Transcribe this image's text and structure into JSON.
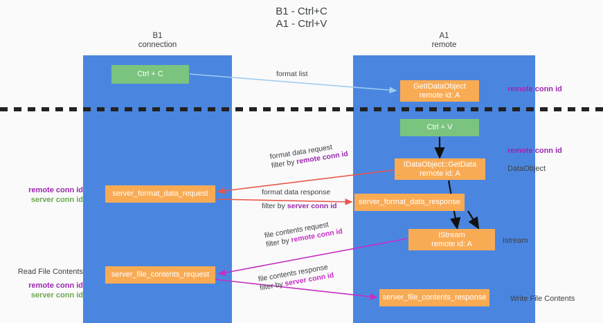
{
  "title": {
    "line1": "B1 - Ctrl+C",
    "line2": "A1 - Ctrl+V"
  },
  "lanes": [
    {
      "name": "B1",
      "role": "connection"
    },
    {
      "name": "A1",
      "role": "remote"
    }
  ],
  "nodes": {
    "ctrl_c": {
      "label": "Ctrl + C",
      "color": "#7bc47f"
    },
    "dataobject": {
      "label": "GetIDataObject",
      "sub": "remote id: A",
      "color": "#f9ab54"
    },
    "ctrl_v": {
      "label": "Ctrl + V",
      "color": "#7bc47f"
    },
    "getdata": {
      "label": "IDataObject::GetData",
      "sub": "remote id: A",
      "color": "#f9ab54"
    },
    "sfd_request": {
      "label": "server_format_data_request",
      "color": "#f9ab54"
    },
    "sfd_response": {
      "label": "server_format_data_response",
      "color": "#f9ab54"
    },
    "istream": {
      "label": "IStream",
      "sub": "remote id: A",
      "color": "#f9ab54"
    },
    "sfc_request": {
      "label": "server_file_contents_request",
      "color": "#f9ab54"
    },
    "sfc_response": {
      "label": "server_file_contents_response",
      "color": "#f9ab54"
    }
  },
  "edges": {
    "format_list": {
      "text": "format list",
      "color": "#9ecbf0"
    },
    "fd_request": {
      "line1": "format data request",
      "filter_prefix": "filter by ",
      "filter_key": "remote conn id",
      "color": "#e8564a"
    },
    "fd_response": {
      "line1": "format data response",
      "filter_prefix": "filter by ",
      "filter_key": "server conn id",
      "color": "#e8564a"
    },
    "fc_request": {
      "line1": "file contents request",
      "filter_prefix": "filter by ",
      "filter_key": "remote conn id",
      "color": "#c52ec5"
    },
    "fc_response": {
      "line1": "file contents response",
      "filter_prefix": "filter by ",
      "filter_key": "server conn id",
      "color": "#c52ec5"
    }
  },
  "annotations": {
    "right": {
      "remote_conn_id_top": "remote conn id",
      "remote_conn_id_mid": "remote conn id",
      "dataobject": "DataObject",
      "istream": "Istream",
      "write_file_contents": "Write File Contents"
    },
    "left": {
      "mid_remote": "remote conn id",
      "mid_server": "server conn id",
      "read_file_contents": "Read File Contents",
      "bottom_remote": "remote conn id",
      "bottom_server": "server conn id"
    }
  },
  "colors": {
    "lane": "#4a86e0",
    "green_node": "#7bc47f",
    "orange_node": "#f9ab54",
    "purple_text": "#9c27b0",
    "green_text": "#6aa84f",
    "magenta_edge": "#c52ec5",
    "red_edge": "#e8564a",
    "lightblue_edge": "#9ecbf0",
    "divider": "#222222",
    "background": "#fafafa"
  }
}
